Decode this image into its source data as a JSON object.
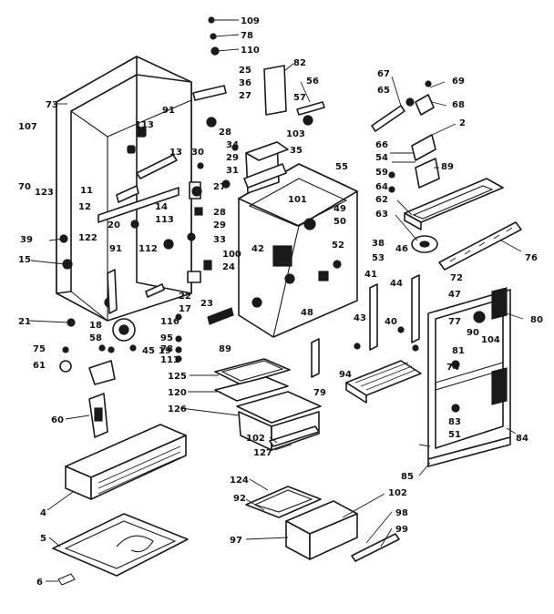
{
  "callouts": [
    "109",
    "78",
    "110",
    "82",
    "56",
    "57",
    "25",
    "36",
    "27",
    "28",
    "67",
    "65",
    "69",
    "68",
    "2",
    "73",
    "107",
    "113",
    "91",
    "13",
    "103",
    "34",
    "29",
    "31",
    "30",
    "66",
    "54",
    "59",
    "89",
    "64",
    "62",
    "63",
    "35",
    "55",
    "101",
    "49",
    "50",
    "76",
    "70",
    "123",
    "11",
    "12",
    "20",
    "14",
    "113",
    "27",
    "28",
    "29",
    "33",
    "42",
    "38",
    "52",
    "46",
    "53",
    "39",
    "122",
    "15",
    "91",
    "112",
    "100",
    "24",
    "72",
    "41",
    "44",
    "47",
    "80",
    "77",
    "90",
    "104",
    "21",
    "18",
    "58",
    "75",
    "61",
    "45",
    "19",
    "95",
    "78",
    "111",
    "116",
    "89",
    "17",
    "22",
    "23",
    "48",
    "43",
    "40",
    "79",
    "94",
    "81",
    "74",
    "125",
    "120",
    "126",
    "102",
    "127",
    "83",
    "51",
    "84",
    "60",
    "4",
    "5",
    "6",
    "124",
    "92",
    "102",
    "97",
    "98",
    "99",
    "85"
  ]
}
